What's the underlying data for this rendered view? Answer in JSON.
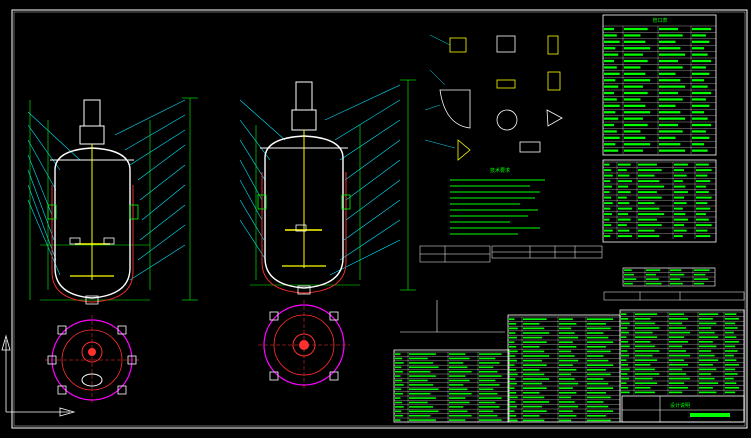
{
  "drawing": {
    "background": "#000000",
    "colors": {
      "frame": "#ffffff",
      "vessel": "#ffffff",
      "dimension": "#00ff00",
      "leader": "#00e5ff",
      "shaft": "#ffff00",
      "centerline": "#ff3030",
      "flange_ring": "#ff00ff",
      "table_line": "#ffffff",
      "table_text": "#00ff00"
    },
    "title_block_text": "设计说明",
    "note_heading": "技术要求",
    "right_table_title": "管口表"
  }
}
